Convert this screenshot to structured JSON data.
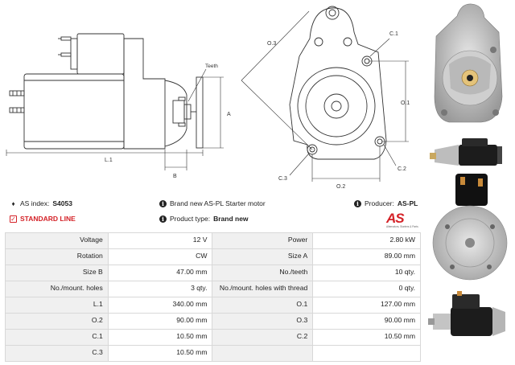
{
  "drawing_labels": {
    "teeth": "Teeth",
    "a": "A",
    "b": "B",
    "l1": "L.1",
    "o1": "O.1",
    "o2": "O.2",
    "o3": "O.3",
    "c1": "C.1",
    "c2": "C.2",
    "c3": "C.3"
  },
  "info": {
    "as_index_label": "AS index:",
    "as_index_value": "S4053",
    "standard_line": "STANDARD LINE",
    "brand_text": "Brand new AS-PL Starter motor",
    "product_type_label": "Product type:",
    "product_type_value": "Brand new",
    "producer_label": "Producer:",
    "producer_value": "AS-PL"
  },
  "logo": {
    "text": "AS",
    "tagline": "Alternators, Starters & Parts"
  },
  "specs": [
    [
      "Voltage",
      "12 V",
      "Power",
      "2.80 kW"
    ],
    [
      "Rotation",
      "CW",
      "Size A",
      "89.00 mm"
    ],
    [
      "Size B",
      "47.00 mm",
      "No./teeth",
      "10 qty."
    ],
    [
      "No./mount. holes",
      "3 qty.",
      "No./mount. holes with thread",
      "0 qty."
    ],
    [
      "L.1",
      "340.00 mm",
      "O.1",
      "127.00 mm"
    ],
    [
      "O.2",
      "90.00 mm",
      "O.3",
      "90.00 mm"
    ],
    [
      "C.1",
      "10.50 mm",
      "C.2",
      "10.50 mm"
    ],
    [
      "C.3",
      "10.50 mm",
      "",
      ""
    ]
  ],
  "colors": {
    "accent": "#d42127",
    "label_bg": "#f0f0f0",
    "border": "#d8d8d8"
  }
}
